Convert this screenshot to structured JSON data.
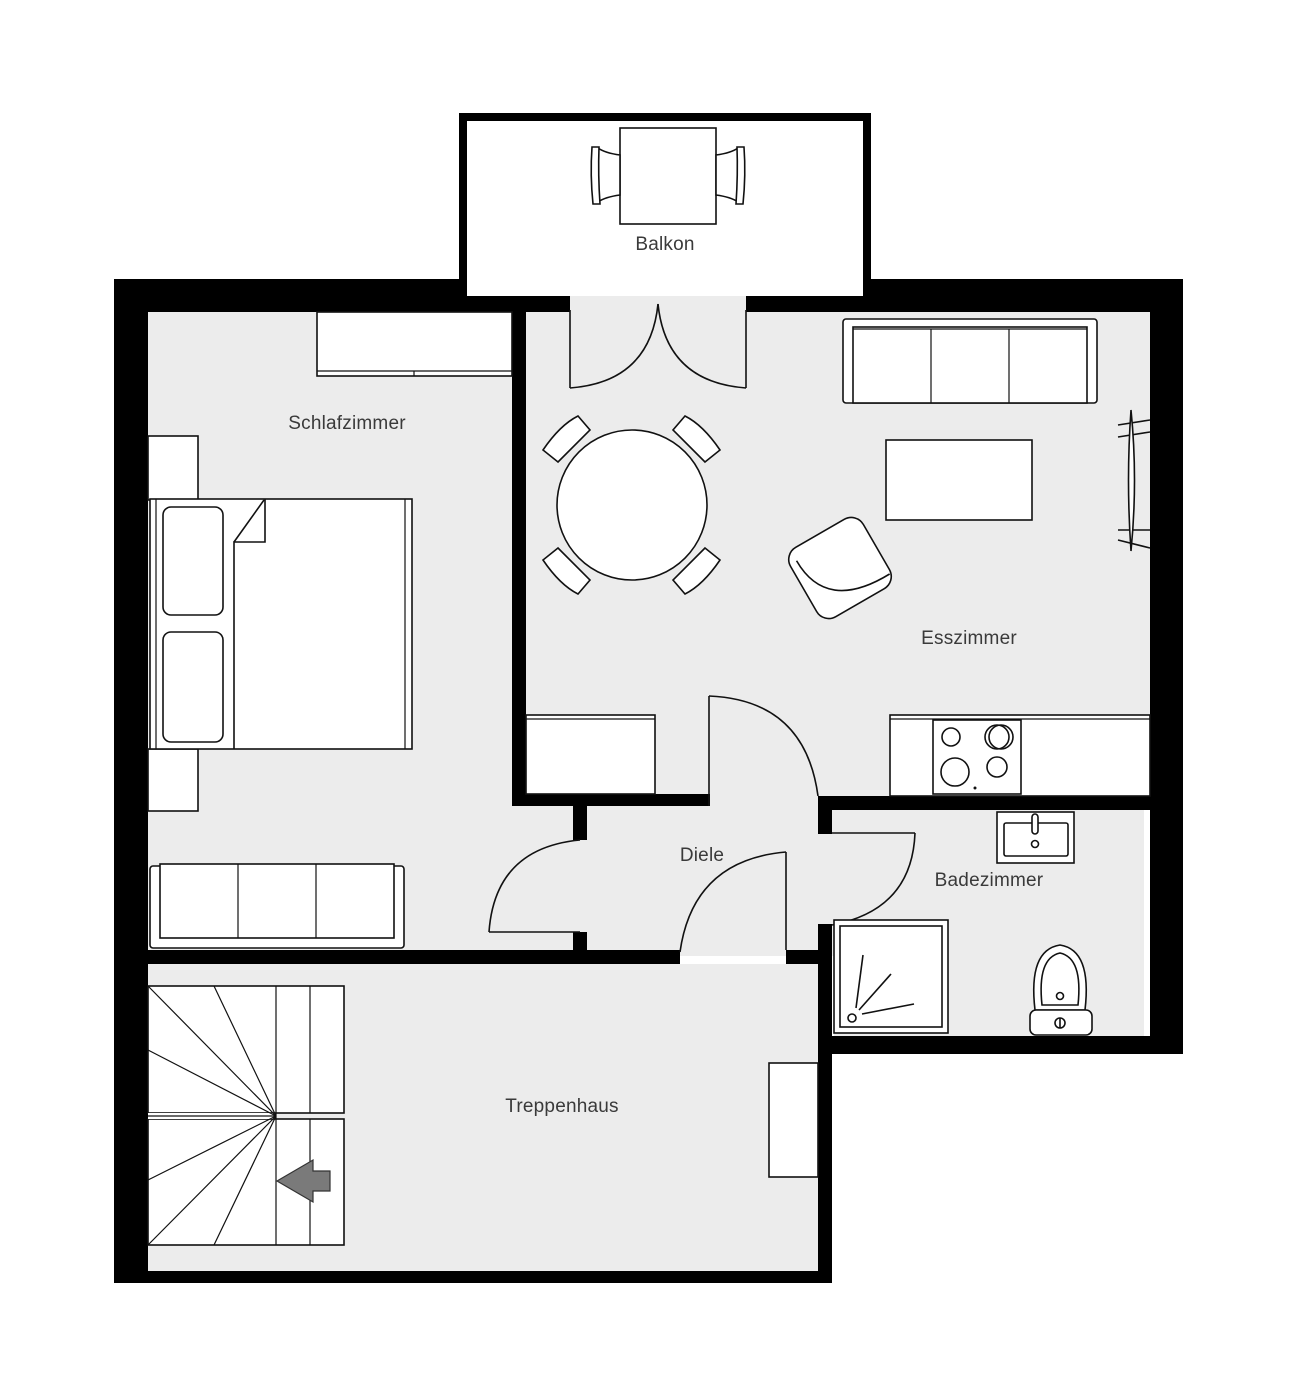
{
  "plan": {
    "type": "floor-plan",
    "colors": {
      "wall": "#000000",
      "floor": "#ececec",
      "furniture": "#ffffff",
      "stair_arrow": "#7a7a7a",
      "label": "#3a3a3a"
    },
    "rooms": {
      "balkon": {
        "label": "Balkon"
      },
      "schlafzimmer": {
        "label": "Schlafzimmer"
      },
      "esszimmer": {
        "label": "Esszimmer"
      },
      "diele": {
        "label": "Diele"
      },
      "badezimmer": {
        "label": "Badezimmer"
      },
      "treppenhaus": {
        "label": "Treppenhaus"
      }
    },
    "furniture": [
      {
        "room": "Balkon",
        "items": [
          "square-table",
          "chair",
          "chair"
        ]
      },
      {
        "room": "Schlafzimmer",
        "items": [
          "wardrobe",
          "double-bed",
          "nightstand",
          "nightstand",
          "sofa"
        ]
      },
      {
        "room": "Esszimmer",
        "items": [
          "double-door",
          "round-table",
          "chair",
          "chair",
          "chair",
          "chair",
          "sofa",
          "coffee-table",
          "armchair",
          "tv",
          "cabinet",
          "kitchen-counter",
          "cooktop"
        ]
      },
      {
        "room": "Badezimmer",
        "items": [
          "sink",
          "shower",
          "toilet"
        ]
      },
      {
        "room": "Treppenhaus",
        "items": [
          "staircase",
          "stair-direction-arrow",
          "cabinet"
        ]
      }
    ]
  }
}
